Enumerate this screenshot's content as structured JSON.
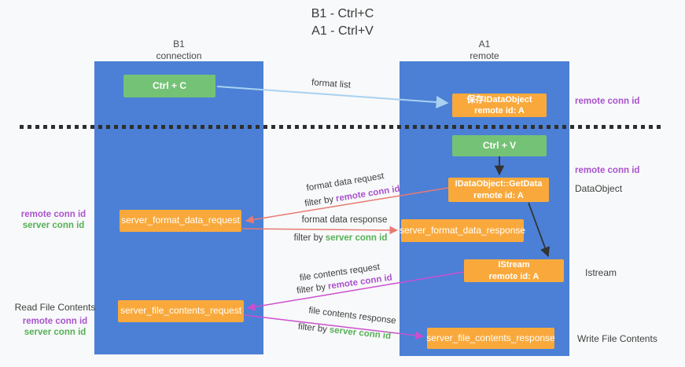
{
  "title": {
    "line1": "B1 - Ctrl+C",
    "line2": "A1 - Ctrl+V"
  },
  "lanes": {
    "left": {
      "title": "B1",
      "subtitle": "connection"
    },
    "right": {
      "title": "A1",
      "subtitle": "remote"
    }
  },
  "nodes": {
    "ctrl_c": {
      "label": "Ctrl + C"
    },
    "ctrl_v": {
      "label": "Ctrl + V"
    },
    "save_dataobject": {
      "line1": "保存IDataObject",
      "line2": "remote id: A"
    },
    "getdata": {
      "line1": "IDataObject::GetData",
      "line2": "remote id: A"
    },
    "istream": {
      "line1": "IStream",
      "line2": "remote id: A"
    },
    "format_request": {
      "label": "server_format_data_request"
    },
    "format_response": {
      "label": "server_format_data_response"
    },
    "file_request": {
      "label": "server_file_contents_request"
    },
    "file_response": {
      "label": "server_file_contents_response"
    }
  },
  "edges": {
    "format_list": {
      "label": "format list"
    },
    "format_data_request": {
      "label": "format data request",
      "filter_prefix": "filter by",
      "filter_key": "remote conn id"
    },
    "format_data_response": {
      "label": "format data response",
      "filter_prefix": "filter by",
      "filter_key": "server conn id"
    },
    "file_contents_request": {
      "label": "file contents request",
      "filter_prefix": "filter by",
      "filter_key": "remote conn id"
    },
    "file_contents_response": {
      "label": "file contents response",
      "filter_prefix": "filter by",
      "filter_key": "server conn id"
    }
  },
  "left_annotations": {
    "format": {
      "remote": "remote conn id",
      "server": "server conn id"
    },
    "read_file": "Read File Contents",
    "file": {
      "remote": "remote conn id",
      "server": "server conn id"
    }
  },
  "right_annotations": {
    "remote_conn_top": "remote conn id",
    "remote_conn_mid": "remote conn id",
    "dataobject": "DataObject",
    "istream": "Istream",
    "write_file": "Write File Contents"
  },
  "colors": {
    "lane_blue": "#4b80d6",
    "node_orange": "#f9a93c",
    "node_green": "#74c276",
    "remote_conn_purple": "#a953cd",
    "server_conn_green": "#55b055",
    "format_arrow_salmon": "#e87a72",
    "file_arrow_magenta": "#cc4fcf",
    "format_list_arrow_blue": "#a9d1f0",
    "black_arrow": "#333333",
    "dashed_line": "#2e2e2e",
    "background": "#f8f9fa"
  }
}
